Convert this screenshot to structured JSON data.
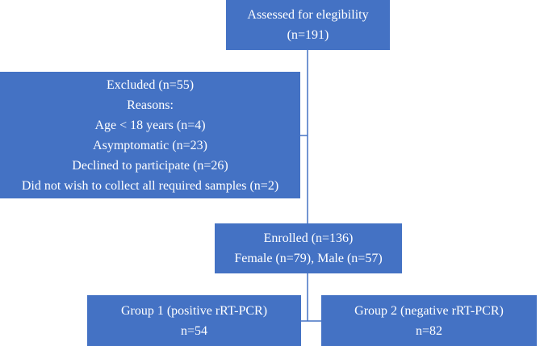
{
  "assessed": {
    "title": "Assessed for elegibility",
    "count": "(n=191)"
  },
  "excluded": {
    "title": "Excluded (n=55)",
    "reasons_label": "Reasons:",
    "reasons": [
      "Age < 18 years (n=4)",
      "Asymptomatic (n=23)",
      "Declined to participate (n=26)",
      "Did not wish to collect all required samples (n=2)"
    ]
  },
  "enrolled": {
    "title": "Enrolled (n=136)",
    "detail": "Female (n=79), Male (n=57)"
  },
  "groups": [
    {
      "title": "Group 1 (positive rRT-PCR)",
      "count": "n=54"
    },
    {
      "title": "Group 2 (negative rRT-PCR)",
      "count": "n=82"
    }
  ],
  "colors": {
    "box_fill": "#4472c4",
    "box_text": "#ffffff",
    "connector": "#4472c4"
  }
}
